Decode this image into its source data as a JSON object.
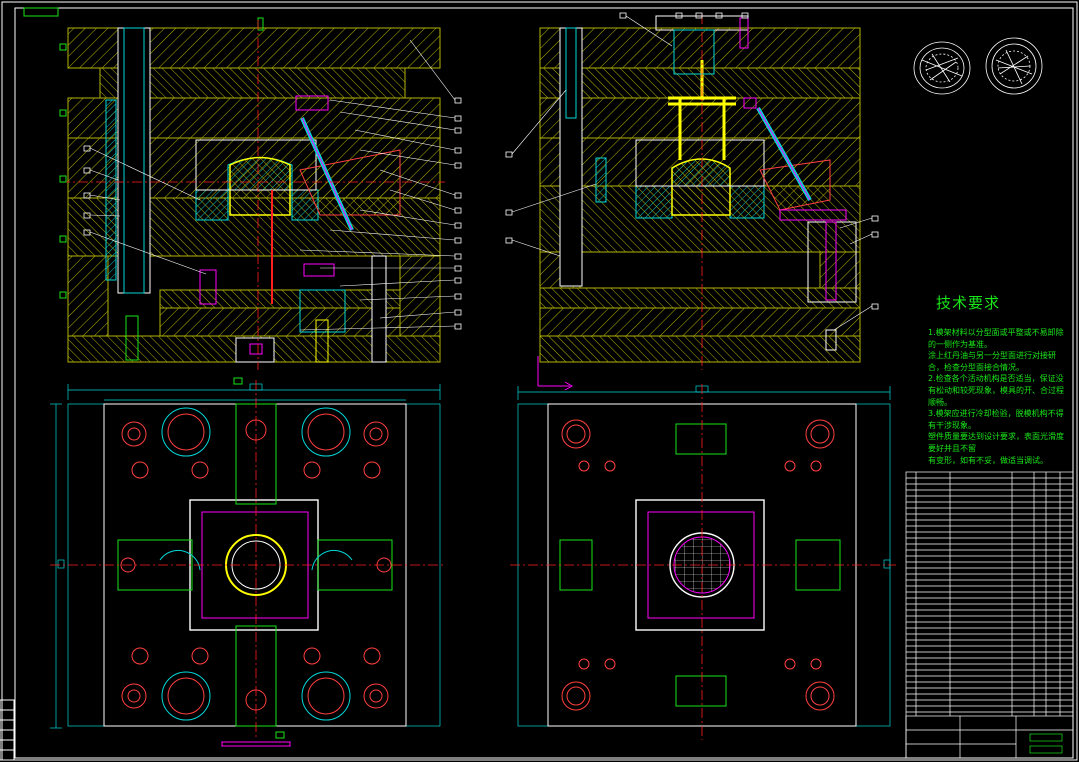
{
  "colors": {
    "background": "#000000",
    "frame": "#ffffff",
    "hatch": "#b3b300",
    "centerline": "#ff2020",
    "cyan": "#00d8d8",
    "green": "#19e619",
    "yellow": "#ffff00",
    "magenta": "#ff00ff"
  },
  "technical_requirements": {
    "title": "技术要求",
    "lines": [
      "1.模架材料以分型面或平整或不易卸除",
      "的一侧作为基准。",
      "涂上红丹油与另一分型面进行对接研",
      "合，检查分型面接合情况。",
      "2.检查各个活动机构是否适当，保证没",
      "有松动和较死现象，模具的开、合过程",
      "顺畅。",
      "3.模架应进行冷却检验，脱模机构不得",
      "有干涉现象。",
      "塑件质量要达到设计要求，表面光滑度",
      "要好并且不留",
      "有变形，如有不妥，做适当调试。"
    ]
  }
}
